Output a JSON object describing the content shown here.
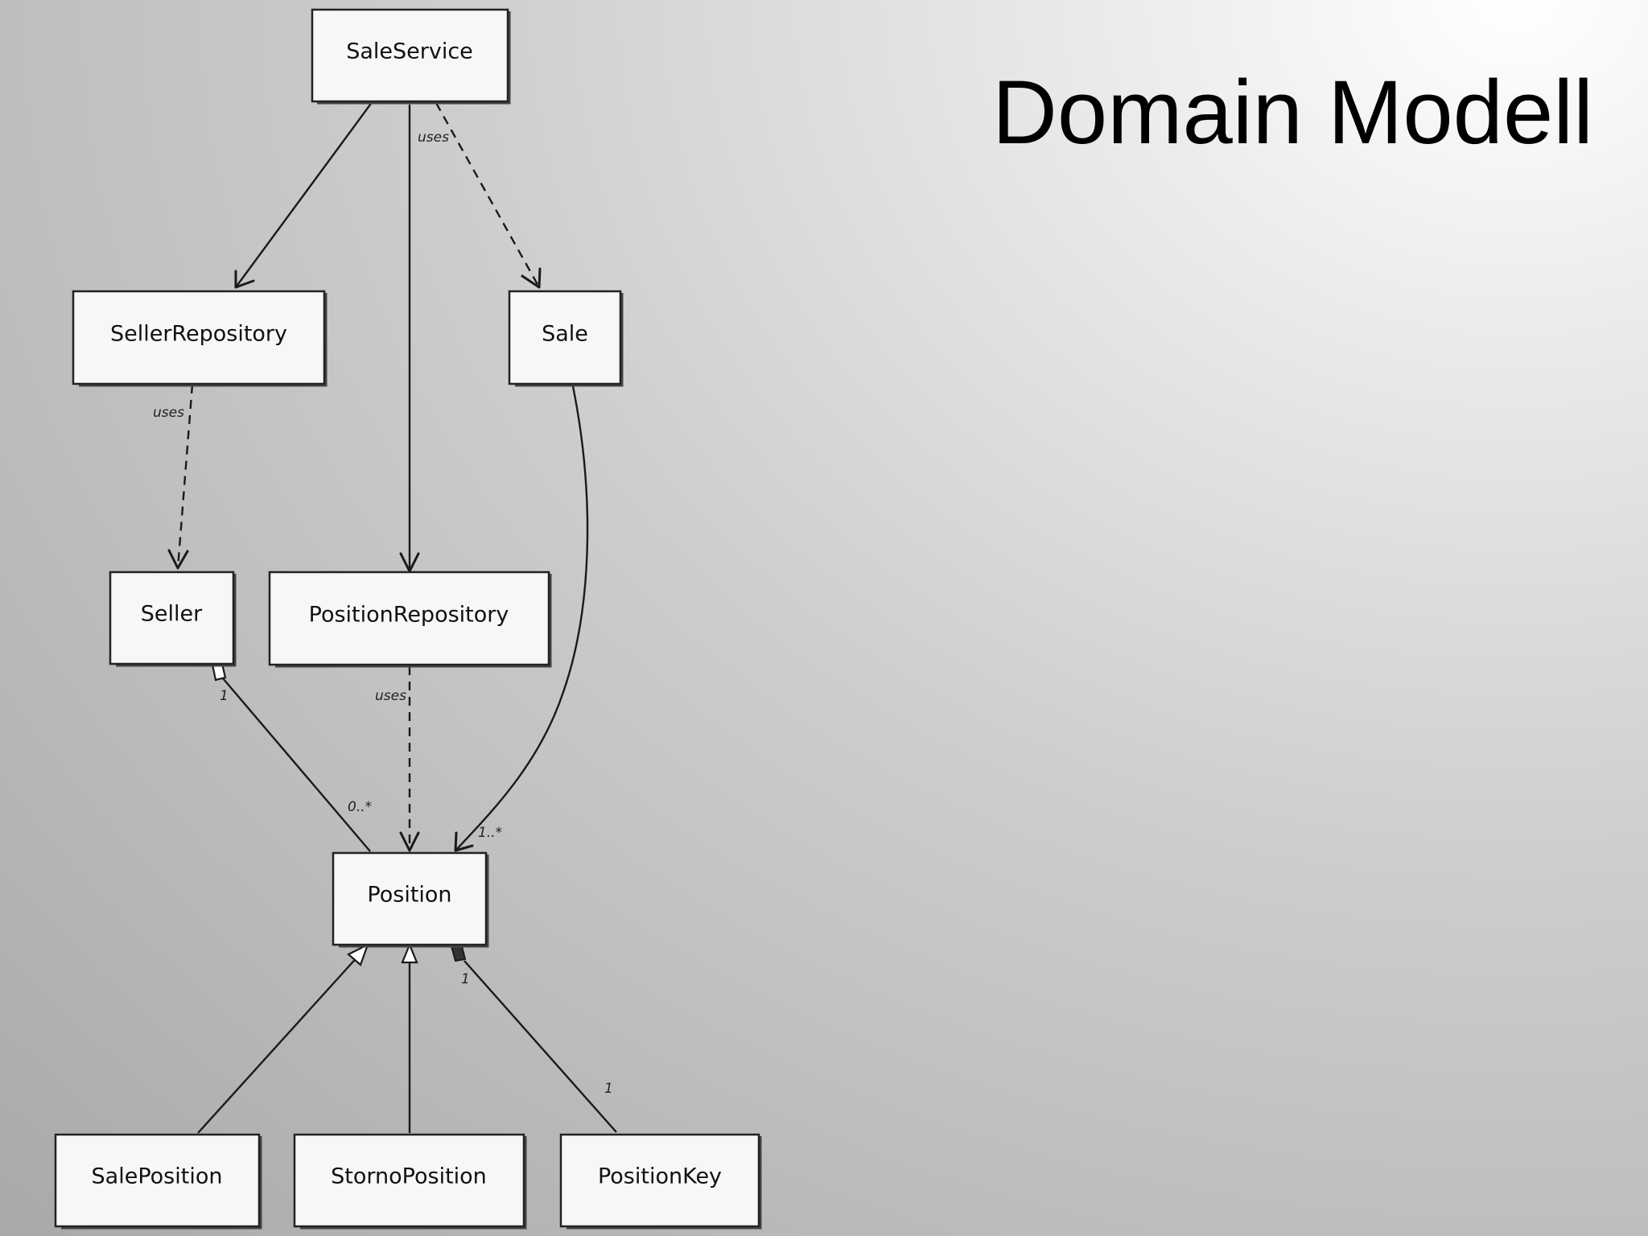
{
  "slide": {
    "title": "Domain Modell"
  },
  "classes": {
    "sale_service": "SaleService",
    "seller_repository": "SellerRepository",
    "sale": "Sale",
    "seller": "Seller",
    "position_repository": "PositionRepository",
    "position": "Position",
    "sale_position": "SalePosition",
    "storno_position": "StornoPosition",
    "position_key": "PositionKey"
  },
  "relations": {
    "saleservice_sale_label": "uses",
    "sellerrepository_seller_label": "uses",
    "positionrepository_position_label": "uses",
    "seller_multiplicity": "1",
    "seller_position_multiplicity": "0..*",
    "sale_position_multiplicity": "1..*",
    "position_key_owner_multiplicity": "1",
    "position_key_multiplicity": "1"
  }
}
